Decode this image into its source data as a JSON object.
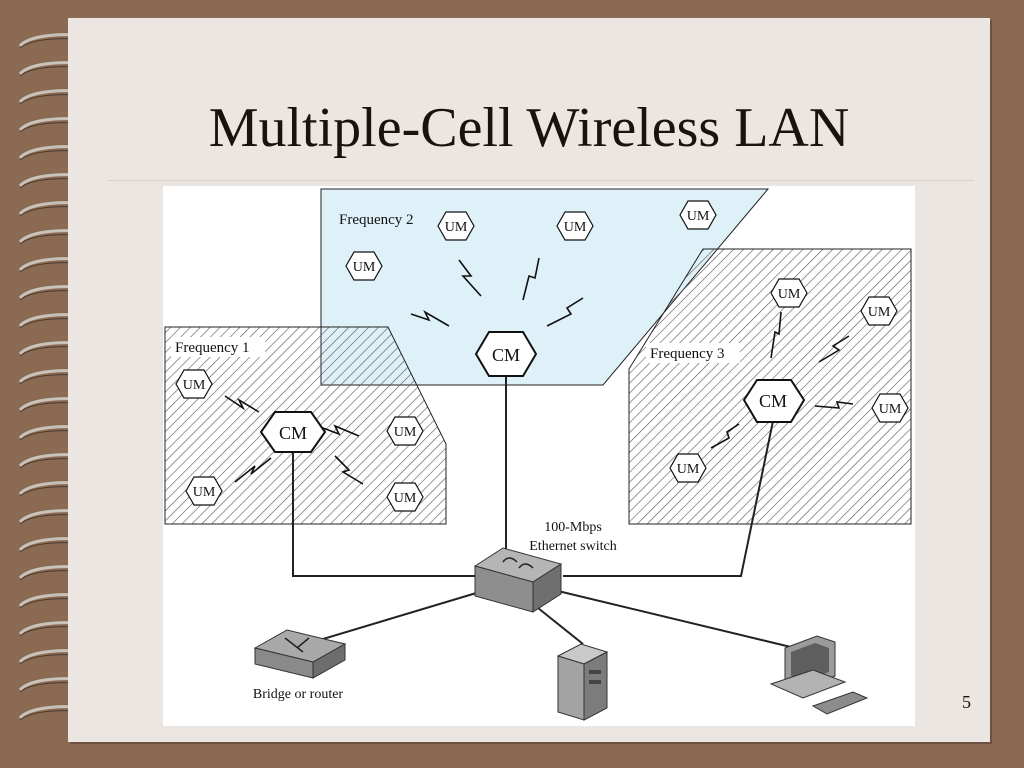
{
  "slide": {
    "title": "Multiple-Cell Wireless LAN",
    "page_number": "5"
  },
  "diagram": {
    "cells": [
      {
        "label": "Frequency 1",
        "hub": "CM",
        "stations": [
          "UM",
          "UM",
          "UM",
          "UM"
        ]
      },
      {
        "label": "Frequency 2",
        "hub": "CM",
        "stations": [
          "UM",
          "UM",
          "UM",
          "UM"
        ]
      },
      {
        "label": "Frequency 3",
        "hub": "CM",
        "stations": [
          "UM",
          "UM",
          "UM",
          "UM"
        ]
      }
    ],
    "switch_label_line1": "100-Mbps",
    "switch_label_line2": "Ethernet switch",
    "bridge_label": "Bridge or router"
  },
  "colors": {
    "background": "#8b6a54",
    "page": "#ebe6e2",
    "frequency2_fill": "#dff1f8"
  }
}
